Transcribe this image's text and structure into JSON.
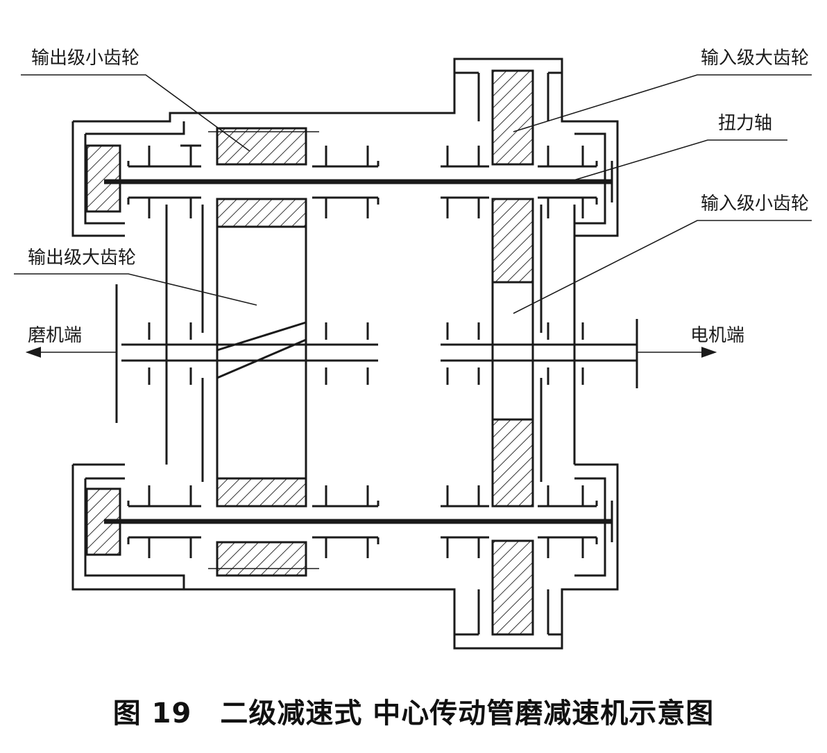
{
  "labels": {
    "out_small": "输出级小齿轮",
    "in_large": "输入级大齿轮",
    "torsion": "扭力轴",
    "in_small": "输入级小齿轮",
    "out_large": "输出级大齿轮",
    "mill_end": "磨机端",
    "motor_end": "电机端"
  },
  "caption": "图 19　二级减速式 中心传动管磨减速机示意图"
}
